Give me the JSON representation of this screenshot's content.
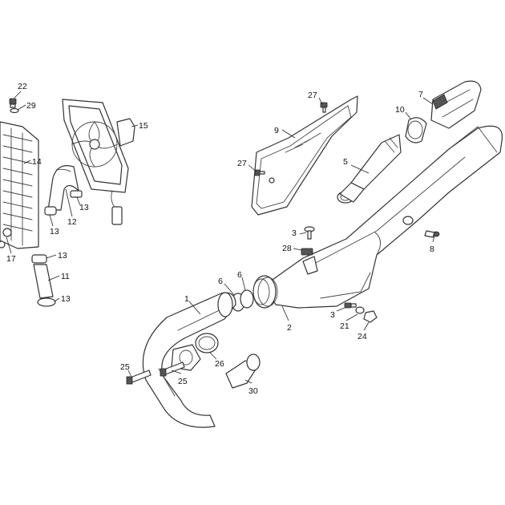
{
  "diagram": {
    "callouts": [
      "22",
      "29",
      "14",
      "15",
      "12",
      "13",
      "13",
      "17",
      "13",
      "11",
      "13",
      "27",
      "9",
      "27",
      "10",
      "7",
      "5",
      "3",
      "28",
      "8",
      "6",
      "6",
      "1",
      "2",
      "3",
      "21",
      "24",
      "25",
      "25",
      "26",
      "30"
    ]
  }
}
